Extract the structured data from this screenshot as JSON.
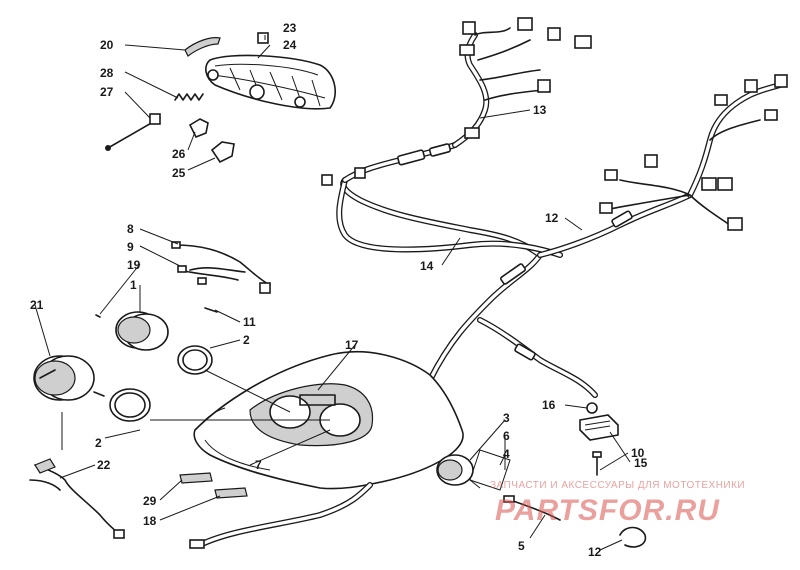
{
  "diagram": {
    "callouts": [
      "20",
      "23",
      "24",
      "28",
      "27",
      "26",
      "25",
      "13",
      "12",
      "14",
      "8",
      "9",
      "19",
      "1",
      "11",
      "21",
      "2",
      "17",
      "16",
      "15",
      "3",
      "6",
      "4",
      "10",
      "7",
      "22",
      "29",
      "18",
      "5",
      "12",
      "2"
    ]
  },
  "watermark": {
    "main": "PARTSFOR.RU",
    "sub": "ЗАПЧАСТИ И АКСЕССУАРЫ ДЛЯ МОТОТЕХНИКИ",
    "color": "#d9534f"
  }
}
